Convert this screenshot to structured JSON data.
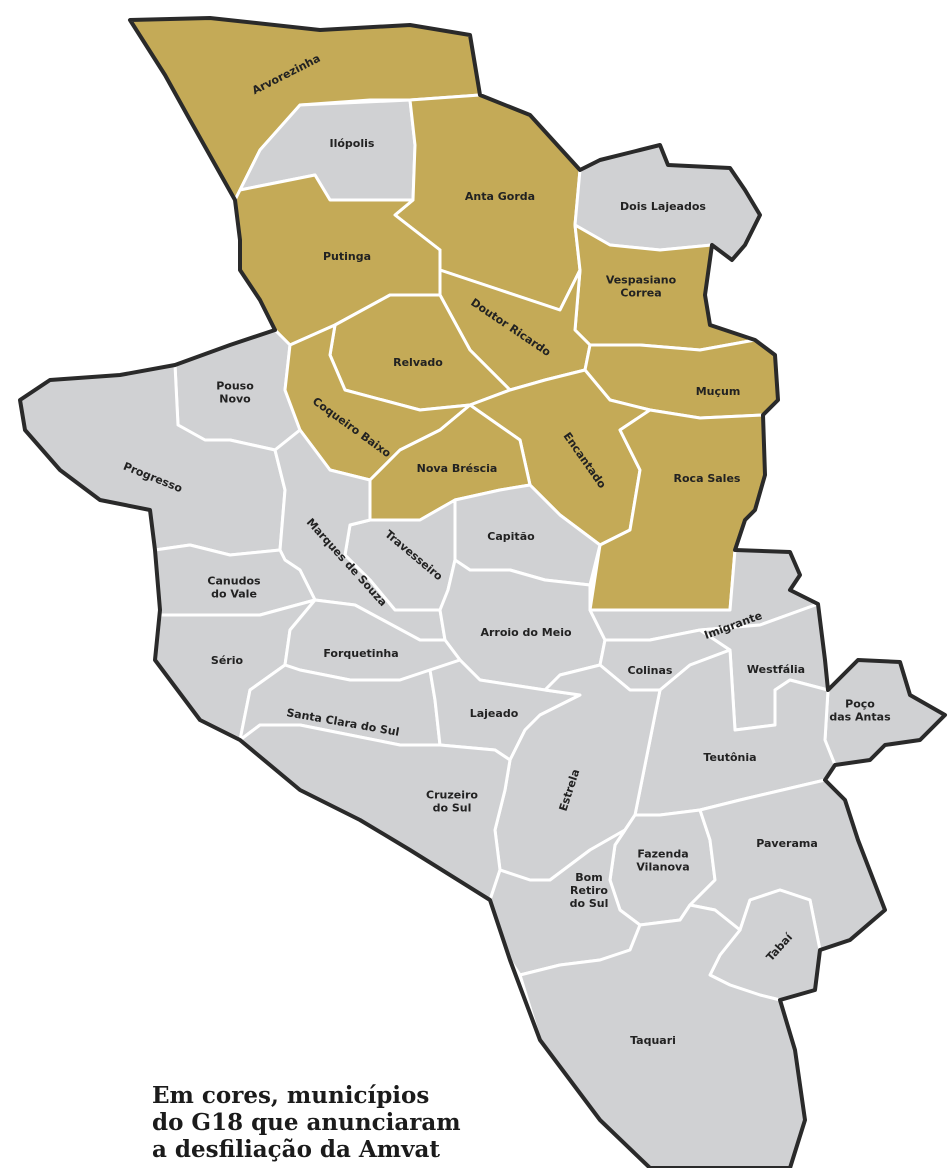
{
  "colors": {
    "member": "#c4aa57",
    "other": "#d0d1d3",
    "border": "#ffffff",
    "outline": "#2a2a2a"
  },
  "caption": [
    "Em cores, municípios",
    "do G18 que anunciaram",
    "a desfiliação da Amvat"
  ],
  "municipalities": [
    {
      "id": "arvorezinha",
      "lines": [
        "Arvorezinha"
      ],
      "highlighted": true
    },
    {
      "id": "ilopolis",
      "lines": [
        "Ilópolis"
      ],
      "highlighted": false
    },
    {
      "id": "anta-gorda",
      "lines": [
        "Anta Gorda"
      ],
      "highlighted": true
    },
    {
      "id": "dois-lajeados",
      "lines": [
        "Dois Lajeados"
      ],
      "highlighted": false
    },
    {
      "id": "putinga",
      "lines": [
        "Putinga"
      ],
      "highlighted": true
    },
    {
      "id": "vespasiano-correa",
      "lines": [
        "Vespasiano",
        "Correa"
      ],
      "highlighted": true
    },
    {
      "id": "doutor-ricardo",
      "lines": [
        "Doutor Ricardo"
      ],
      "highlighted": true
    },
    {
      "id": "relvado",
      "lines": [
        "Relvado"
      ],
      "highlighted": true
    },
    {
      "id": "mucum",
      "lines": [
        "Muçum"
      ],
      "highlighted": true
    },
    {
      "id": "pouso-novo",
      "lines": [
        "Pouso",
        "Novo"
      ],
      "highlighted": false
    },
    {
      "id": "coqueiro-baixo",
      "lines": [
        "Coqueiro Baixo"
      ],
      "highlighted": true
    },
    {
      "id": "encantado",
      "lines": [
        "Encantado"
      ],
      "highlighted": true
    },
    {
      "id": "roca-sales",
      "lines": [
        "Roca Sales"
      ],
      "highlighted": true
    },
    {
      "id": "progresso",
      "lines": [
        "Progresso"
      ],
      "highlighted": false
    },
    {
      "id": "nova-brescia",
      "lines": [
        "Nova Bréscia"
      ],
      "highlighted": true
    },
    {
      "id": "capitao",
      "lines": [
        "Capitão"
      ],
      "highlighted": false
    },
    {
      "id": "travesseiro",
      "lines": [
        "Travesseiro"
      ],
      "highlighted": false
    },
    {
      "id": "marques-de-souza",
      "lines": [
        "Marques de Souza"
      ],
      "highlighted": false
    },
    {
      "id": "canudos-do-vale",
      "lines": [
        "Canudos",
        "do Vale"
      ],
      "highlighted": false
    },
    {
      "id": "arroio-do-meio",
      "lines": [
        "Arroio do Meio"
      ],
      "highlighted": false
    },
    {
      "id": "imigrante",
      "lines": [
        "Imigrante"
      ],
      "highlighted": false
    },
    {
      "id": "serio",
      "lines": [
        "Sério"
      ],
      "highlighted": false
    },
    {
      "id": "forquetinha",
      "lines": [
        "Forquetinha"
      ],
      "highlighted": false
    },
    {
      "id": "colinas",
      "lines": [
        "Colinas"
      ],
      "highlighted": false
    },
    {
      "id": "westfalia",
      "lines": [
        "Westfália"
      ],
      "highlighted": false
    },
    {
      "id": "poco-das-antas",
      "lines": [
        "Poço",
        "das Antas"
      ],
      "highlighted": false
    },
    {
      "id": "santa-clara-do-sul",
      "lines": [
        "Santa Clara do Sul"
      ],
      "highlighted": false
    },
    {
      "id": "lajeado",
      "lines": [
        "Lajeado"
      ],
      "highlighted": false
    },
    {
      "id": "teutonia",
      "lines": [
        "Teutônia"
      ],
      "highlighted": false
    },
    {
      "id": "estrela",
      "lines": [
        "Estrela"
      ],
      "highlighted": false
    },
    {
      "id": "cruzeiro-do-sul",
      "lines": [
        "Cruzeiro",
        "do Sul"
      ],
      "highlighted": false
    },
    {
      "id": "fazenda-vilanova",
      "lines": [
        "Fazenda",
        "Vilanova"
      ],
      "highlighted": false
    },
    {
      "id": "paverama",
      "lines": [
        "Paverama"
      ],
      "highlighted": false
    },
    {
      "id": "bom-retiro-do-sul",
      "lines": [
        "Bom",
        "Retiro",
        "do Sul"
      ],
      "highlighted": false
    },
    {
      "id": "tabai",
      "lines": [
        "Tabaí"
      ],
      "highlighted": false
    },
    {
      "id": "taquari",
      "lines": [
        "Taquari"
      ],
      "highlighted": false
    }
  ]
}
